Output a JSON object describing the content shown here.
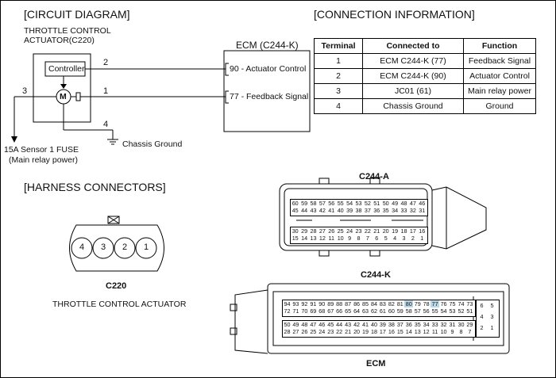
{
  "headings": {
    "circuit": "[CIRCUIT DIAGRAM]",
    "connection": "[CONNECTION INFORMATION]",
    "harness": "[HARNESS CONNECTORS]"
  },
  "circuit": {
    "actuator_title_line1": "THROTTLE CONTROL",
    "actuator_title_line2": "ACTUATOR(C220)",
    "controller_label": "Controller",
    "motor_label": "M",
    "ecm_title": "ECM (C244-K)",
    "ecm_pin_90": "90 - Actuator Control",
    "ecm_pin_77": "77 - Feedback Signal",
    "wire_2": "2",
    "wire_1": "1",
    "wire_3": "3",
    "wire_4": "4",
    "chassis_ground": "Chassis Ground",
    "fuse_line1": "15A Sensor 1 FUSE",
    "fuse_line2": "(Main relay power)"
  },
  "connection_table": {
    "headers": [
      "Terminal",
      "Connected to",
      "Function"
    ],
    "rows": [
      [
        "1",
        "ECM C244-K (77)",
        "Feedback Signal"
      ],
      [
        "2",
        "ECM C244-K (90)",
        "Actuator Control"
      ],
      [
        "3",
        "JC01 (61)",
        "Main relay power"
      ],
      [
        "4",
        "Chassis Ground",
        "Ground"
      ]
    ]
  },
  "harness": {
    "c220_pins": [
      "4",
      "3",
      "2",
      "1"
    ],
    "c220_label": "C220",
    "c220_caption": "THROTTLE CONTROL ACTUATOR",
    "c244a_label": "C244-A",
    "c244a_rows": [
      [
        "60",
        "59",
        "58",
        "57",
        "56",
        "55",
        "54",
        "53",
        "52",
        "51",
        "50",
        "49",
        "48",
        "47",
        "46"
      ],
      [
        "45",
        "44",
        "43",
        "42",
        "41",
        "40",
        "39",
        "38",
        "37",
        "36",
        "35",
        "34",
        "33",
        "32",
        "31"
      ],
      [
        "30",
        "29",
        "28",
        "27",
        "26",
        "25",
        "24",
        "23",
        "22",
        "21",
        "20",
        "19",
        "18",
        "17",
        "16"
      ],
      [
        "15",
        "14",
        "13",
        "12",
        "11",
        "10",
        "9",
        "8",
        "7",
        "6",
        "5",
        "4",
        "3",
        "2",
        "1"
      ]
    ],
    "c244k_label": "C244-K",
    "c244k_rows": [
      [
        "94",
        "93",
        "92",
        "91",
        "90",
        "89",
        "88",
        "87",
        "86",
        "85",
        "84",
        "83",
        "82",
        "81",
        "80",
        "79",
        "78",
        "77",
        "76",
        "75",
        "74",
        "73"
      ],
      [
        "72",
        "71",
        "70",
        "69",
        "68",
        "67",
        "66",
        "65",
        "64",
        "63",
        "62",
        "61",
        "60",
        "59",
        "58",
        "57",
        "56",
        "55",
        "54",
        "53",
        "52",
        "51"
      ],
      [
        "50",
        "49",
        "48",
        "47",
        "46",
        "45",
        "44",
        "43",
        "42",
        "41",
        "40",
        "39",
        "38",
        "37",
        "36",
        "35",
        "34",
        "33",
        "32",
        "31",
        "30",
        "29"
      ],
      [
        "28",
        "27",
        "26",
        "25",
        "24",
        "23",
        "22",
        "21",
        "20",
        "19",
        "18",
        "17",
        "16",
        "15",
        "14",
        "13",
        "12",
        "11",
        "10",
        "9",
        "8",
        "7"
      ]
    ],
    "c244k_side": [
      "6",
      "5",
      "4",
      "3",
      "2",
      "1"
    ],
    "highlight_pins": [
      "80",
      "77"
    ],
    "highlight_color": "#b9d8e6",
    "ecm_label": "ECM"
  }
}
